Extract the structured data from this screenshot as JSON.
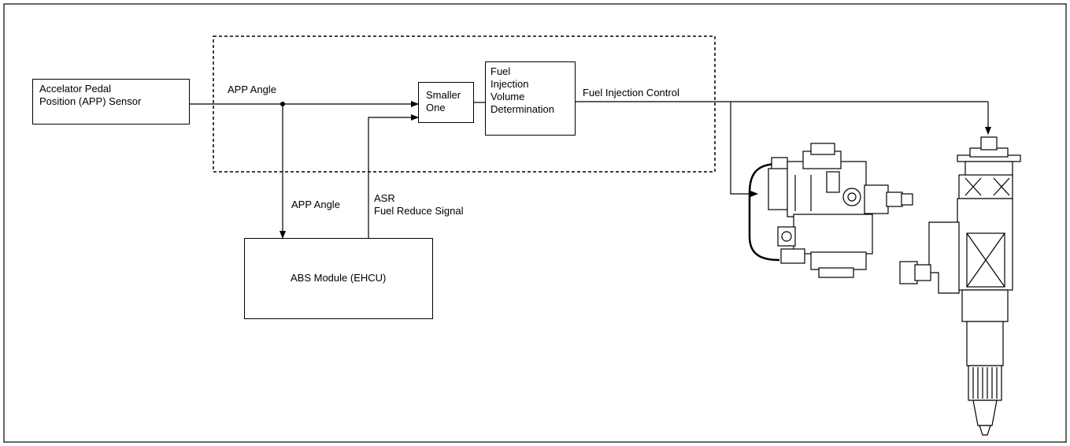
{
  "blocks": {
    "app_sensor": "Accelator Pedal\nPosition (APP) Sensor",
    "smaller_one": "Smaller\nOne",
    "fuel_volume": "Fuel\nInjection\nVolume\nDetermination",
    "abs_module": "ABS Module (EHCU)"
  },
  "signals": {
    "app_angle_top": "APP Angle",
    "app_angle_down": "APP Angle",
    "asr_signal": "ASR\nFuel Reduce Signal",
    "fuel_injection_control": "Fuel Injection Control"
  }
}
